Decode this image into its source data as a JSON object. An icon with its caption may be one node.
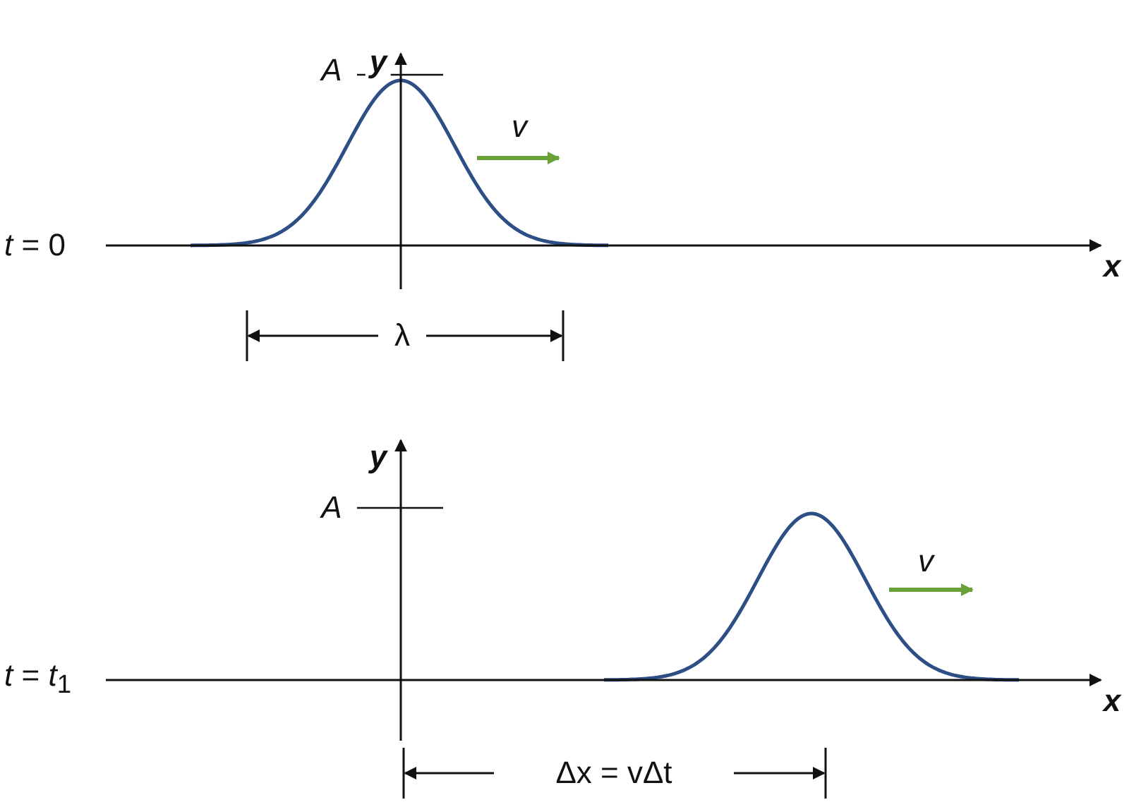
{
  "diagram": {
    "labels": [
      "y",
      "A",
      "v",
      "*t* = 0",
      "x",
      "λ",
      "y",
      "A",
      "v",
      "*t* = *t*$_{1}$",
      "x",
      "Δx = vΔt"
    ]
  }
}
